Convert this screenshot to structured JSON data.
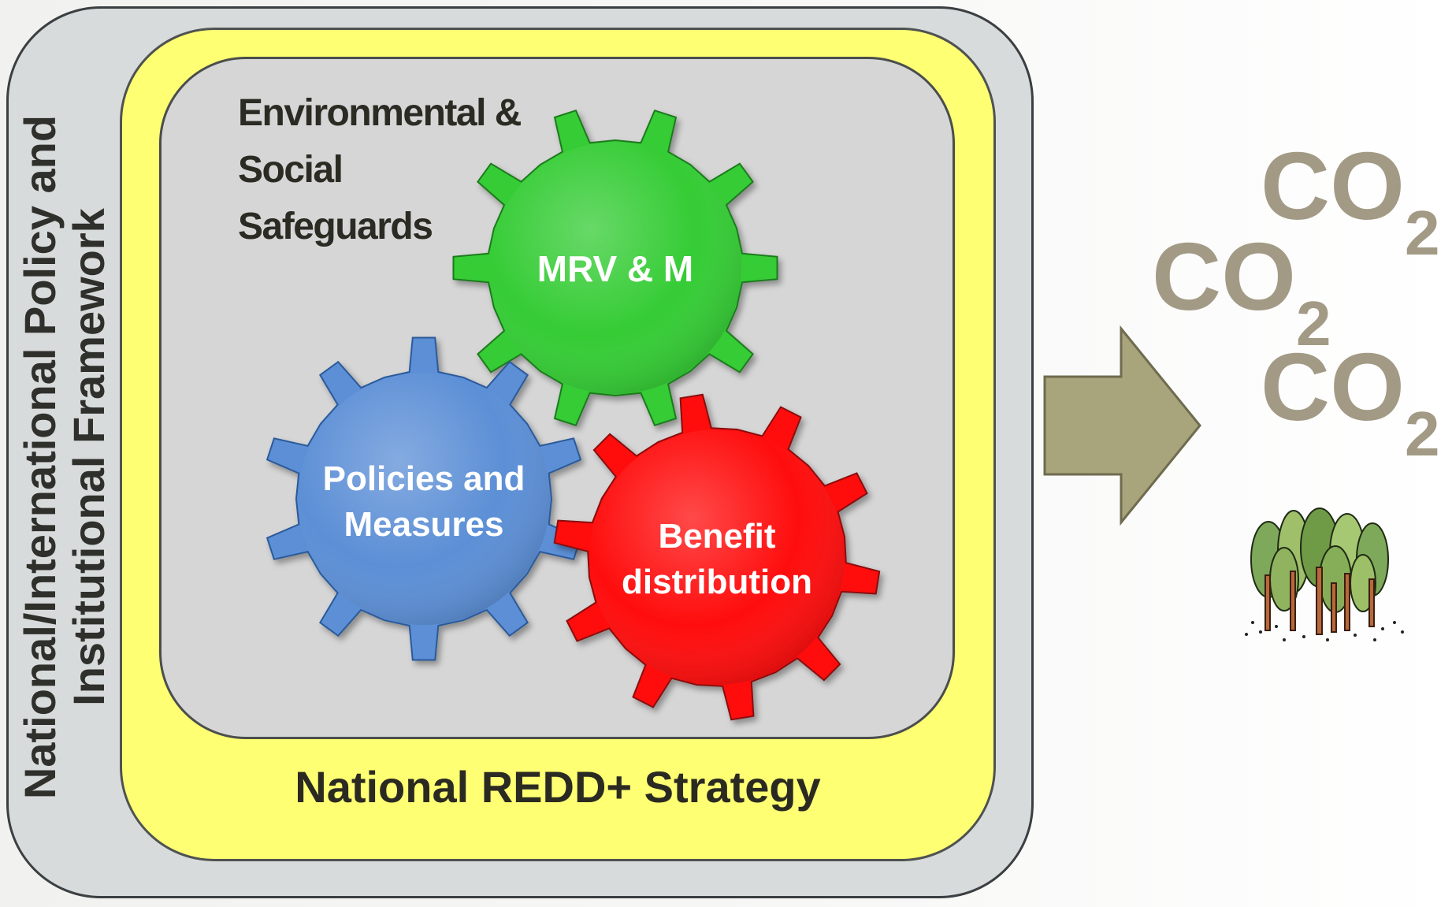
{
  "frames": {
    "outer_label_line1": "National/International Policy and",
    "outer_label_line2": "Institutional Framework",
    "strategy_label": "National REDD+ Strategy",
    "safeguards_line1": "Environmental &",
    "safeguards_line2": "Social",
    "safeguards_line3": "Safeguards"
  },
  "gears": [
    {
      "id": "mrv",
      "line1": "MRV & M",
      "line2": "",
      "color": "#35cc35"
    },
    {
      "id": "policies",
      "line1": "Policies and",
      "line2": "Measures",
      "color": "#5b8fd6"
    },
    {
      "id": "benefit",
      "line1": "Benefit",
      "line2": "distribution",
      "color": "#ff1010"
    }
  ],
  "emissions": [
    {
      "base": "CO",
      "sub": "2"
    },
    {
      "base": "CO",
      "sub": "2"
    },
    {
      "base": "CO",
      "sub": "2"
    }
  ],
  "icons": {
    "arrow": "right-arrow-icon",
    "forest": "forest-icon"
  },
  "colors": {
    "outer_frame": "#d8dbdb",
    "strategy_frame": "#ffff73",
    "inner_frame": "#d6d6d6",
    "arrow": "#a8a57c",
    "co2_text": "#a29a85"
  }
}
